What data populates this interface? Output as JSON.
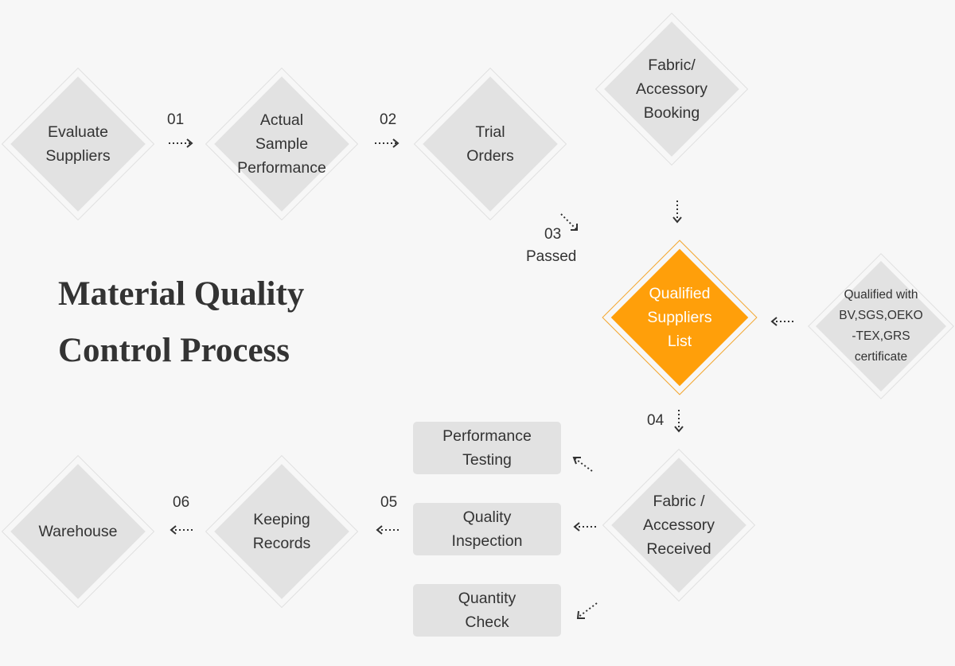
{
  "title": {
    "line1": "Material Quality",
    "line2": "Control Process"
  },
  "nodes": {
    "evaluate": "Evaluate\nSuppliers",
    "sample": "Actual\nSample\nPerformance",
    "trial": "Trial\nOrders",
    "booking": "Fabric/\nAccessory\nBooking",
    "qualified": "Qualified\nSuppliers\nList",
    "certificate": "Qualified with\nBV,SGS,OEKO\n-TEX,GRS\ncertificate",
    "received": "Fabric /\nAccessory\nReceived",
    "records": "Keeping\nRecords",
    "warehouse": "Warehouse"
  },
  "checks": {
    "performance": "Performance\nTesting",
    "quality": "Quality\nInspection",
    "quantity": "Quantity\nCheck"
  },
  "steps": {
    "s01": "01",
    "s02": "02",
    "s03": "03",
    "s03_label": "Passed",
    "s04": "04",
    "s05": "05",
    "s06": "06"
  },
  "colors": {
    "background": "#f7f7f7",
    "diamond_fill": "#e2e2e2",
    "diamond_border": "#e0e0e0",
    "highlight_fill": "#ff9f0a",
    "highlight_border": "#f4a731",
    "text": "#333333",
    "arrow": "#333333"
  }
}
